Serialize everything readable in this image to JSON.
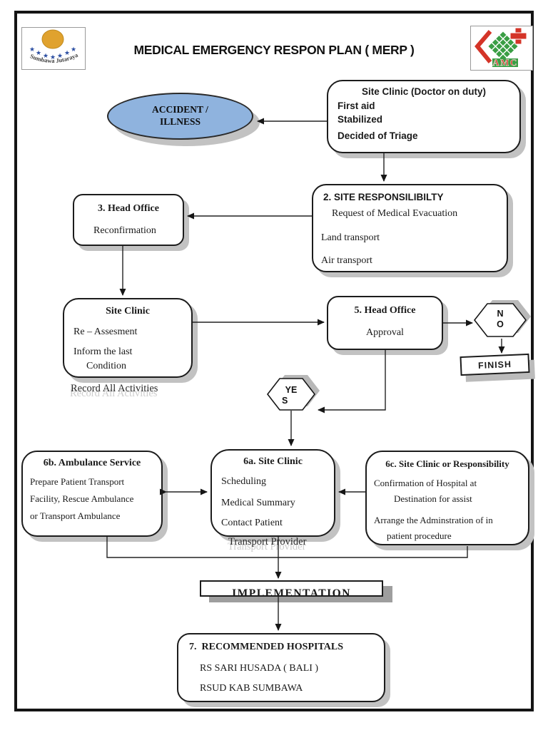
{
  "page": {
    "title": "MEDICAL EMERGENCY RESPON PLAN ( MERP )"
  },
  "logos": {
    "left": {
      "text": "Sumbawa Jutaraya"
    },
    "right": {
      "text": "AMC"
    }
  },
  "flow": {
    "accident": {
      "line1": "ACCIDENT /",
      "line2": "ILLNESS"
    },
    "site_clinic_duty": {
      "title": "Site Clinic (Doctor on duty)",
      "items": [
        "First aid",
        "Stabilized",
        "Decided of Triage"
      ]
    },
    "site_responsibility": {
      "title": "2. SITE RESPONSILIBILTY",
      "items": [
        "Request of Medical Evacuation",
        "Land transport",
        "Air transport"
      ]
    },
    "head_office_3": {
      "title": "3. Head Office",
      "items": [
        "Reconfirmation"
      ]
    },
    "site_clinic_4": {
      "title": "Site Clinic",
      "items": [
        "Re – Assesment",
        "Inform the last",
        "Condition"
      ],
      "note": "Record All Activities"
    },
    "head_office_5": {
      "title": "5. Head Office",
      "items": [
        "Approval"
      ]
    },
    "no_hex": {
      "line1": "N",
      "line2": "O"
    },
    "finish": {
      "label": "FINISH"
    },
    "yes_hex": {
      "line1": "YE",
      "line2": "S"
    },
    "ambulance_6b": {
      "title": "6b. Ambulance Service",
      "lines": [
        "Prepare Patient Transport",
        "Facility, Rescue Ambulance",
        "or Transport Ambulance"
      ]
    },
    "site_clinic_6a": {
      "title": "6a. Site Clinic",
      "items": [
        "Scheduling",
        "Medical Summary",
        "Contact Patient"
      ],
      "overflow": "Transport Provider"
    },
    "site_clinic_6c": {
      "title": "6c. Site Clinic or Responsibility",
      "lines": [
        "Confirmation of  Hospital at",
        "Destination for assist",
        "Arrange the Adminstration of in",
        "patient procedure"
      ]
    },
    "implementation": {
      "label": "IMPLEMENTATION"
    },
    "hospitals": {
      "title": "7.  RECOMMENDED HOSPITALS",
      "items": [
        "RS SARI HUSADA ( BALI )",
        "RSUD KAB SUMBAWA"
      ]
    }
  },
  "colors": {
    "ellipse_fill": "#8fb3de",
    "shadow_gray": "#c2c2c2",
    "logo_red": "#d43428",
    "logo_green": "#3a9e44",
    "star_blue": "#2b4ea2",
    "sun_orange": "#e0a22e"
  }
}
